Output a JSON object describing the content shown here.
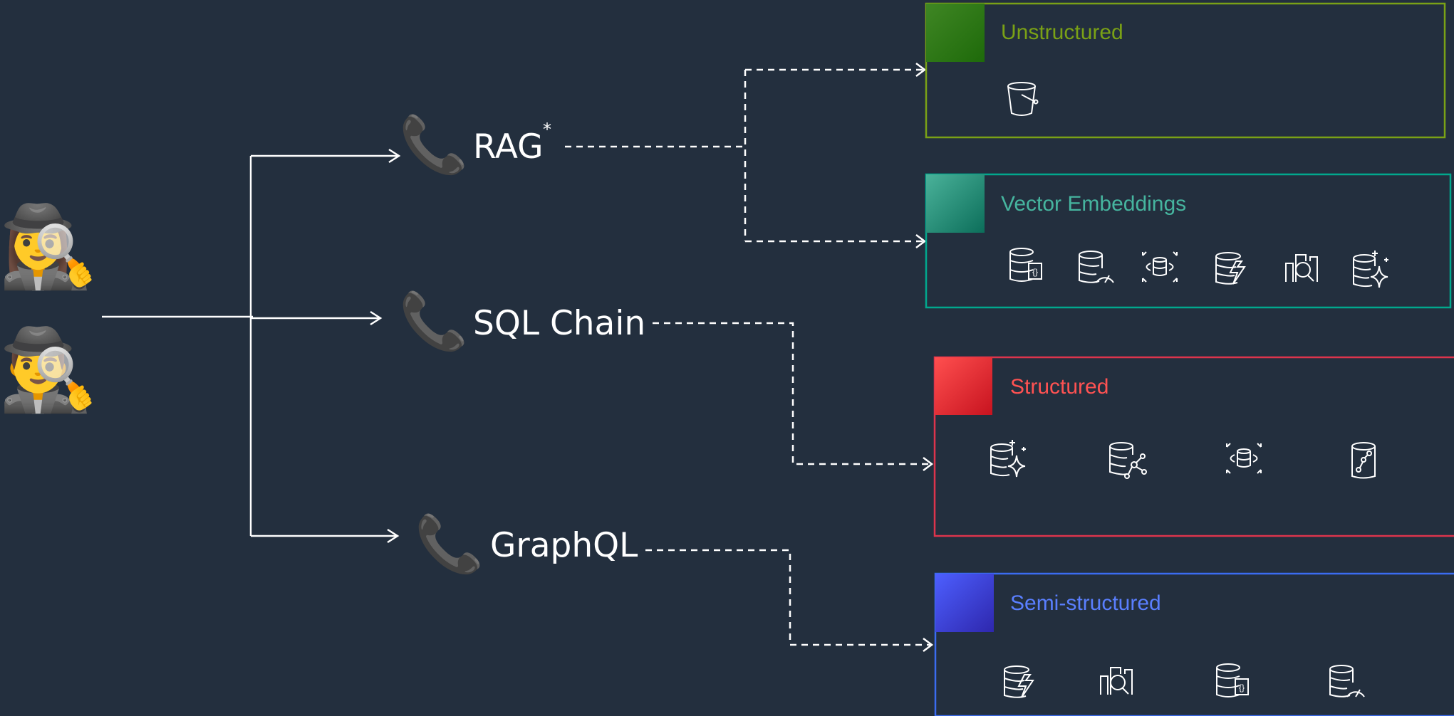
{
  "users": [
    {
      "name": "detective-woman",
      "emoji": "🕵️‍♀️"
    },
    {
      "name": "detective-man",
      "emoji": "🕵️‍♂️"
    }
  ],
  "tools": [
    {
      "id": "rag",
      "icon": "📞",
      "label": "RAG",
      "superscript": "*"
    },
    {
      "id": "sql",
      "icon": "📞",
      "label": "SQL Chain"
    },
    {
      "id": "graphql",
      "icon": "📞",
      "label": "GraphQL"
    }
  ],
  "stores": [
    {
      "id": "unstructured",
      "title": "Unstructured",
      "color": "#7aa116",
      "icons": [
        "s3-bucket-icon"
      ]
    },
    {
      "id": "vector",
      "title": "Vector Embeddings",
      "color": "#01a88d",
      "icons": [
        "documentdb-icon",
        "rds-icon",
        "aurora-icon",
        "dynamodb-icon",
        "opensearch-icon",
        "bedrock-kb-icon"
      ]
    },
    {
      "id": "structured",
      "title": "Structured",
      "color": "#dd344c",
      "icons": [
        "bedrock-kb-icon",
        "neptune-icon",
        "aurora-icon",
        "neptune-graph-icon"
      ]
    },
    {
      "id": "semi",
      "title": "Semi-structured",
      "color": "#3b48cc",
      "icons": [
        "dynamodb-icon",
        "opensearch-icon",
        "documentdb-icon",
        "rds-icon"
      ]
    }
  ]
}
